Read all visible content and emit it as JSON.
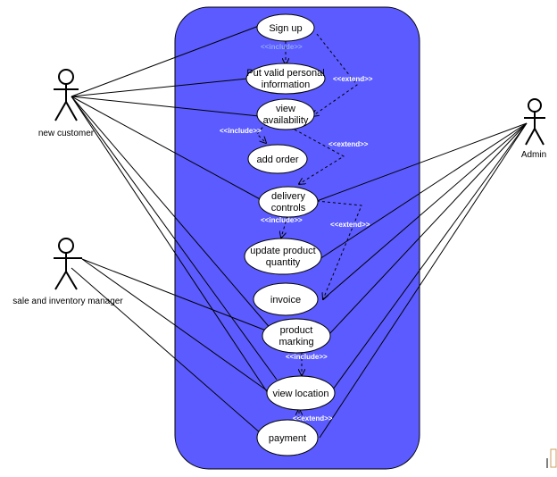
{
  "colors": {
    "system_fill": "#5b5bff",
    "use_case_fill": "#ffffff",
    "line": "#000000",
    "dashed_line": "#ffffff",
    "stereotype_text": "#ffffff"
  },
  "actors": {
    "new_customer": "new customer",
    "sale_inventory_manager": "sale  and  inventory manager",
    "admin": "Admin"
  },
  "use_cases": {
    "sign_up": "Sign up",
    "put_valid_info_line1": "Put valid personal",
    "put_valid_info_line2": "information",
    "view_availability_line1": "view",
    "view_availability_line2": "availability",
    "add_order": "add order",
    "delivery_controls_line1": "delivery",
    "delivery_controls_line2": "controls",
    "update_product_quantity_line1": "update  product",
    "update_product_quantity_line2": "quantity",
    "invoice": "invoice",
    "product_marking_line1": "product",
    "product_marking_line2": "marking",
    "view_location": "view  location",
    "payment": "payment"
  },
  "relations": {
    "include": "<<include>>",
    "extend": "<<extend>>"
  }
}
